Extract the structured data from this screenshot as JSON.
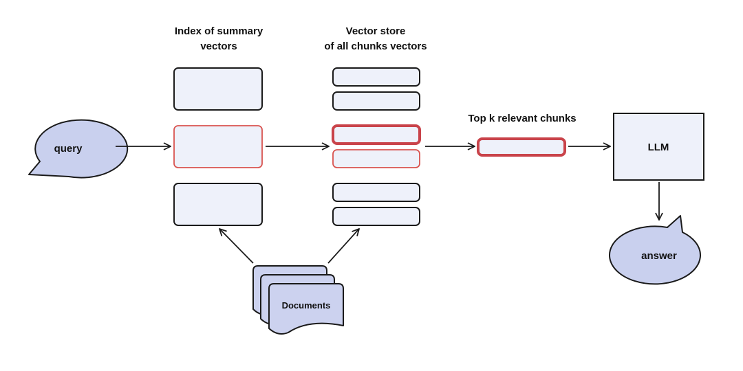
{
  "titles": {
    "summary_index": [
      "Index of summary",
      "vectors"
    ],
    "vector_store": [
      "Vector store",
      "of all chunks vectors"
    ],
    "top_k": "Top k relevant chunks"
  },
  "nodes": {
    "query": "query",
    "llm": "LLM",
    "answer": "answer",
    "documents": "Documents"
  },
  "colors": {
    "fill": "#eef1fa",
    "bubble_fill": "#c9d0ee",
    "doc_fill": "#ccd2ef",
    "stroke": "#1a1a1a",
    "highlight": "#d9534f",
    "highlight_strong": "#c9434a"
  }
}
